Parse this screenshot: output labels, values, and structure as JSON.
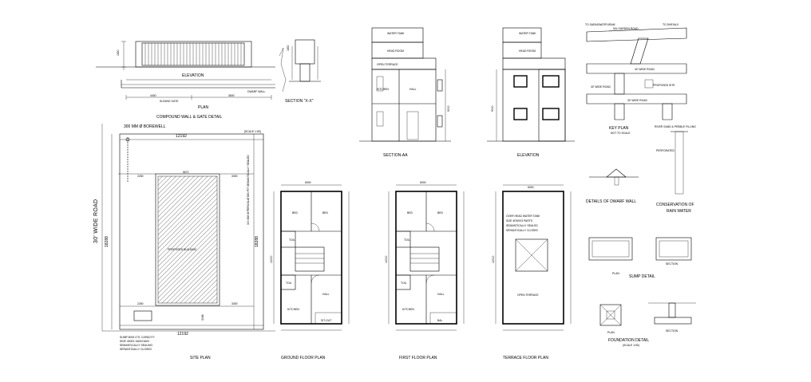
{
  "compound_wall": {
    "title": "COMPOUND WALL & GATE DETAIL",
    "elevation_label": "ELEVATION",
    "plan_label": "PLAN",
    "sliding_gate": "SLIDING GATE",
    "dwarf_wall": "DWARF WALL",
    "dim_left": "4400",
    "dim_right": "3600",
    "height_dim": "1830",
    "section_label": "SECTION \"X-X\""
  },
  "site_plan": {
    "title": "SITE PLAN",
    "road_label": "30' WIDE ROAD",
    "borewell": "300 MM Ø BOREWELL",
    "scale": "[SCALE 1:50]",
    "width_top": "12192",
    "width_bottom": "12192",
    "depth_left": "18288",
    "depth_right": "18288",
    "building_label": "PROPOSED BUILDING",
    "setback_front_left": "2250",
    "setback_front_right": "3300",
    "setback_back_left": "2250",
    "setback_back_right": "3300",
    "setback_mid": "6672",
    "side_dim": "3048",
    "sump_note": "SUMP 6000 LTS. CAPACITY",
    "sump_note2": "SIDE 4000X 1600X1600",
    "sump_note3": "SEMANTICALLY SEALING",
    "sump_note4": "SERANTICALLY CLOSED",
    "perc_note": "300 MM Ø PERCOLATION PIT SEMANTICALLY SEALED"
  },
  "section_aa": {
    "title": "SECTION-AA",
    "water_tank": "WATER TANK",
    "head_room": "HEAD ROOM",
    "open_terrace": "OPEN TERRACE",
    "kitchen": "KITCHEN",
    "hall": "HALL",
    "height": "9000"
  },
  "elevation": {
    "title": "ELEVATION",
    "water_tank": "WATER TANK",
    "head_room": "HEAD ROOM",
    "height": "9000"
  },
  "key_plan": {
    "title": "KEY PLAN",
    "subtitle": "NOT TO SCALE",
    "road1": "TO SARASWATIPURAM",
    "road2": "SAI GARDEN ROAD",
    "road3": "TO DHEVAJI",
    "road4": "40' WIDE ROAD",
    "road5": "40' WIDE ROAD",
    "road6": "30' WIDE ROAD",
    "site": "PROPOSED SITE"
  },
  "dwarf_wall_detail": {
    "title": "DETAILS OF DWARF WALL"
  },
  "rain_water": {
    "title": "CONSERVATION OF",
    "title2": "RAIN WATER",
    "note1": "RIVER SAND & PEBBLE FILLING",
    "note2": "PERFORATED"
  },
  "ground_floor": {
    "title": "GROUND FLOOR PLAN",
    "rooms": {
      "bed1": "BED",
      "bed2": "BED",
      "toilet1": "TOIL",
      "toilet2": "TOIL",
      "kitchen": "KITCHEN",
      "hall": "HALL",
      "sitout": "SIT-OUT"
    },
    "width": "6000",
    "depth": "12000"
  },
  "first_floor": {
    "title": "FIRST FLOOR PLAN",
    "rooms": {
      "bed1": "BED",
      "bed2": "BED",
      "toilet1": "TOIL",
      "toilet2": "TOIL",
      "kitchen": "KITCHEN",
      "hall": "HALL",
      "bal": "BAL"
    },
    "width": "6000",
    "depth": "12000"
  },
  "terrace_floor": {
    "title": "TERRACE FLOOR PLAN",
    "note1": "OVER HEAD WATER TANK",
    "note2": "SIZE 4FARX3 PARTS",
    "note3": "SEMANTICALLY SEALED",
    "note4": "SERANTICALLY CLOSED",
    "open_terrace": "OPEN TERRACE",
    "width": "6000",
    "depth": "12000"
  },
  "sump": {
    "title": "SUMP DETAIL",
    "plan": "PLAN",
    "section": "SECTION"
  },
  "foundation": {
    "title": "FOUNDATION DETAIL",
    "scale": "(SCALE 1:50)",
    "plan": "PLAN",
    "section": "SECTION"
  }
}
